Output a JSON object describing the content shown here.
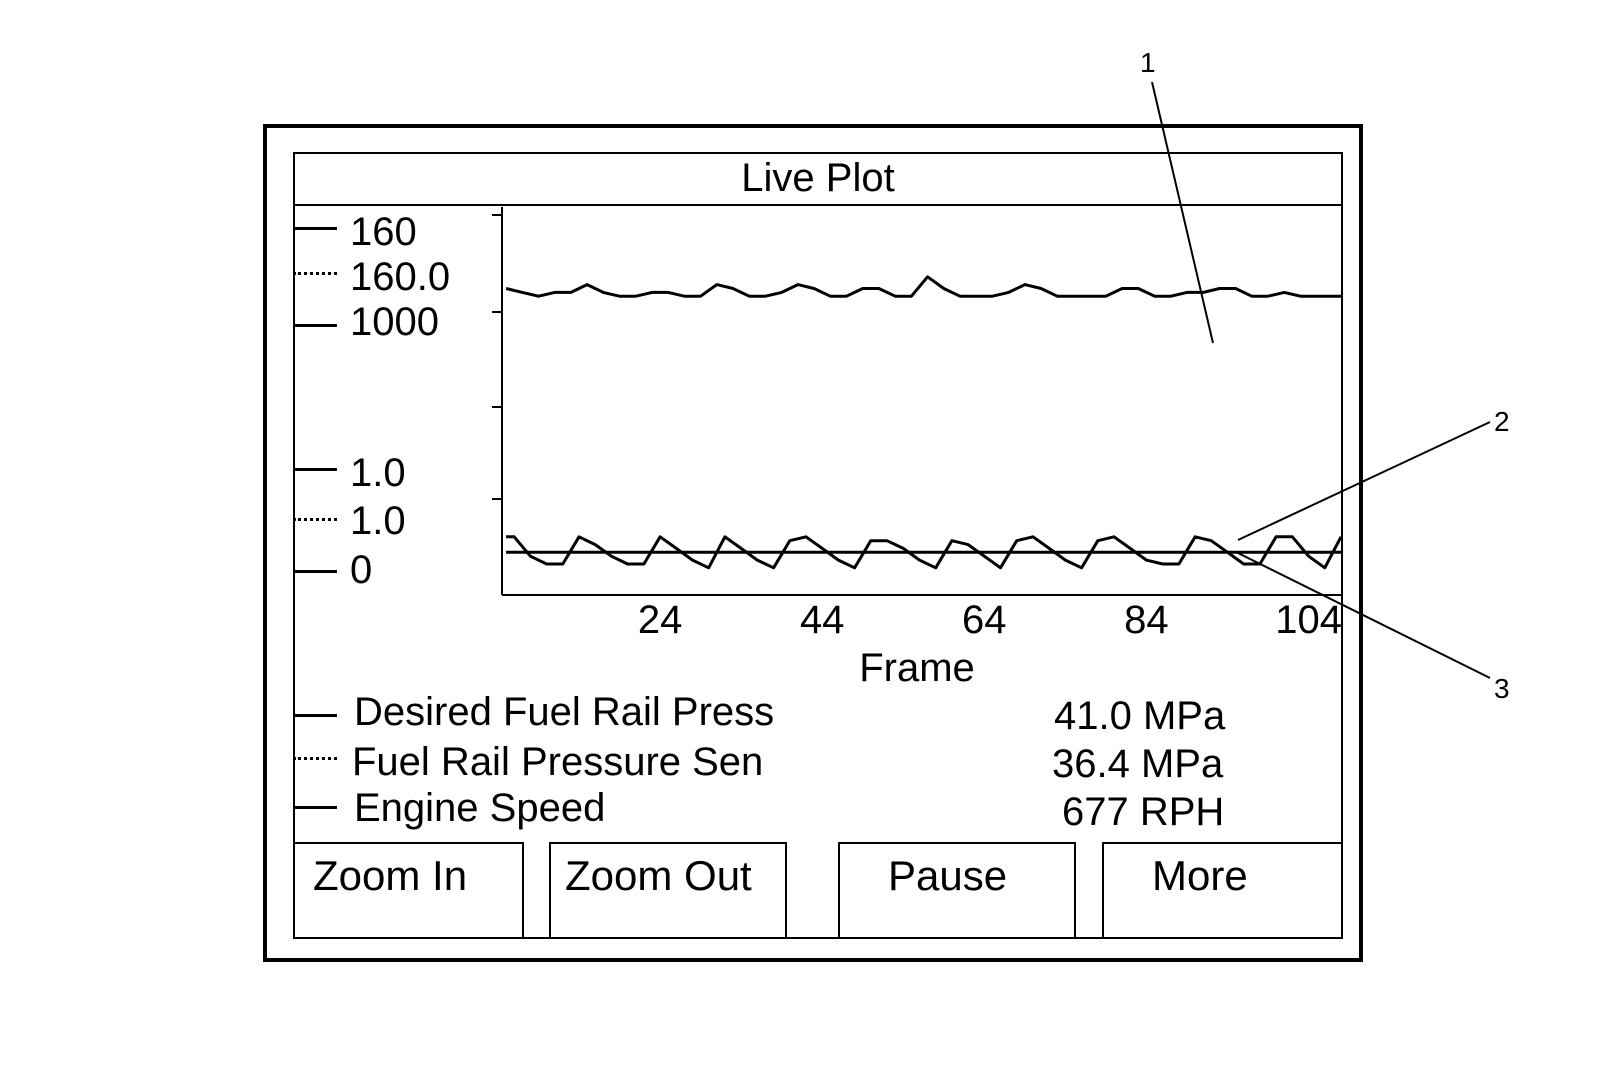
{
  "window": {
    "title": "Live Plot"
  },
  "scale_labels": [
    {
      "text": "160",
      "style": "solid"
    },
    {
      "text": "160.0",
      "style": "dotted"
    },
    {
      "text": "1000",
      "style": "solid"
    },
    {
      "text": "1.0",
      "style": "solid"
    },
    {
      "text": "1.0",
      "style": "dotted"
    },
    {
      "text": "0",
      "style": "solid"
    }
  ],
  "chart_data": {
    "type": "line",
    "xlabel": "Frame",
    "x_ticks": [
      "24",
      "44",
      "64",
      "84",
      "104"
    ],
    "x_tick_values": [
      24,
      44,
      64,
      84,
      104
    ],
    "xlim": [
      4.5,
      108
    ],
    "series": [
      {
        "style": "solid",
        "x": [
          5,
          7,
          9,
          11,
          13,
          15,
          17,
          19,
          21,
          23,
          25,
          27,
          29,
          31,
          33,
          35,
          37,
          39,
          41,
          43,
          45,
          47,
          49,
          51,
          53,
          55,
          57,
          59,
          61,
          63,
          65,
          67,
          69,
          71,
          73,
          75,
          77,
          79,
          81,
          83,
          85,
          87,
          89,
          91,
          93,
          95,
          97,
          99,
          101,
          103,
          105,
          107,
          108
        ],
        "y": [
          0.79,
          0.78,
          0.77,
          0.78,
          0.78,
          0.8,
          0.78,
          0.77,
          0.77,
          0.78,
          0.78,
          0.77,
          0.77,
          0.8,
          0.79,
          0.77,
          0.77,
          0.78,
          0.8,
          0.79,
          0.77,
          0.77,
          0.79,
          0.79,
          0.77,
          0.77,
          0.82,
          0.79,
          0.77,
          0.77,
          0.77,
          0.78,
          0.8,
          0.79,
          0.77,
          0.77,
          0.77,
          0.77,
          0.79,
          0.79,
          0.77,
          0.77,
          0.78,
          0.78,
          0.79,
          0.79,
          0.77,
          0.77,
          0.78,
          0.77,
          0.77,
          0.77,
          0.77
        ]
      },
      {
        "style": "solid",
        "x": [
          5,
          108
        ],
        "y": [
          0.11,
          0.11
        ]
      },
      {
        "style": "dotted",
        "x": [
          5,
          6,
          8,
          10,
          12,
          14,
          16,
          18,
          20,
          22,
          24,
          26,
          28,
          30,
          32,
          34,
          36,
          38,
          40,
          42,
          44,
          46,
          48,
          50,
          52,
          54,
          56,
          58,
          60,
          62,
          64,
          66,
          68,
          70,
          72,
          74,
          76,
          78,
          80,
          82,
          84,
          86,
          88,
          90,
          92,
          94,
          96,
          98,
          100,
          102,
          104,
          106,
          108
        ],
        "y": [
          0.15,
          0.15,
          0.1,
          0.08,
          0.08,
          0.15,
          0.13,
          0.1,
          0.08,
          0.08,
          0.15,
          0.12,
          0.09,
          0.07,
          0.15,
          0.12,
          0.09,
          0.07,
          0.14,
          0.15,
          0.12,
          0.09,
          0.07,
          0.14,
          0.14,
          0.12,
          0.09,
          0.07,
          0.14,
          0.13,
          0.1,
          0.07,
          0.14,
          0.15,
          0.12,
          0.09,
          0.07,
          0.14,
          0.15,
          0.12,
          0.09,
          0.08,
          0.08,
          0.15,
          0.14,
          0.11,
          0.08,
          0.08,
          0.15,
          0.15,
          0.1,
          0.07,
          0.15
        ]
      }
    ]
  },
  "legend": [
    {
      "name": "Desired Fuel Rail Press",
      "value": "41.0 MPa",
      "style": "solid"
    },
    {
      "name": "Fuel Rail Pressure Sen",
      "value": "36.4 MPa",
      "style": "dotted"
    },
    {
      "name": "Engine Speed",
      "value": "677 RPH",
      "style": "solid"
    }
  ],
  "buttons": {
    "zoom_in": "Zoom In",
    "zoom_out": "Zoom Out",
    "pause": "Pause",
    "more": "More"
  },
  "callouts": [
    "1",
    "2",
    "3"
  ]
}
